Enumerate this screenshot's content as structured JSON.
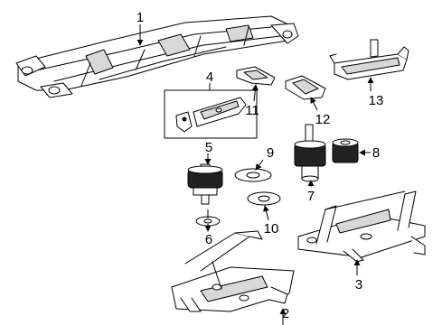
{
  "callouts": [
    {
      "id": "frame",
      "label": "1"
    },
    {
      "id": "rear_crossmember",
      "label": "2"
    },
    {
      "id": "front_crossmember",
      "label": "3"
    },
    {
      "id": "bracket_kit",
      "label": "4"
    },
    {
      "id": "body_mount_lower",
      "label": "5"
    },
    {
      "id": "washer",
      "label": "6"
    },
    {
      "id": "body_mount_upper",
      "label": "7"
    },
    {
      "id": "cushion",
      "label": "8"
    },
    {
      "id": "plate_upper",
      "label": "9"
    },
    {
      "id": "plate_lower",
      "label": "10"
    },
    {
      "id": "skid_plate_small",
      "label": "11"
    },
    {
      "id": "skid_plate_medium",
      "label": "12"
    },
    {
      "id": "skid_plate_large",
      "label": "13"
    }
  ]
}
